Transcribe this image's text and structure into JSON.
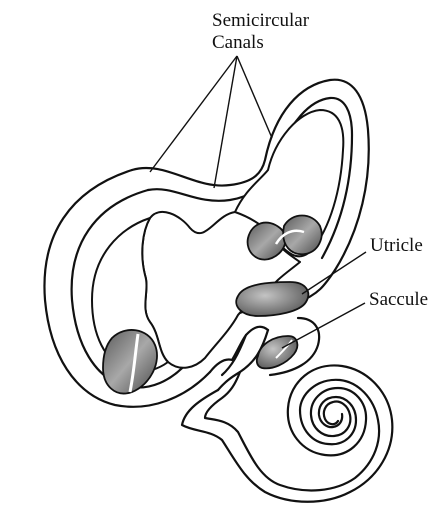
{
  "labels": {
    "semicircular_line1": "Semicircular",
    "semicircular_line2": "Canals",
    "utricle": "Utricle",
    "saccule": "Saccule"
  },
  "colors": {
    "outline": "#111111",
    "shade": "#8a8a8a",
    "background": "#ffffff"
  }
}
